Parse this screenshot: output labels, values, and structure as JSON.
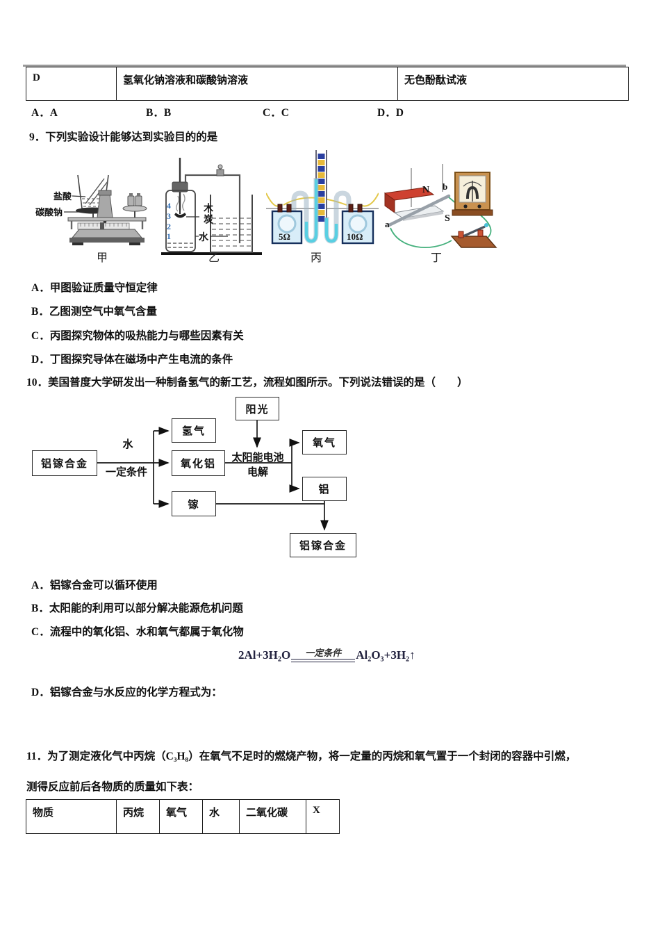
{
  "document": {
    "top_table": {
      "cells": [
        "D",
        "氢氧化钠溶液和碳酸钠溶液",
        "无色酚酞试液"
      ]
    },
    "answer_options": [
      "A．A",
      "B．B",
      "C．C",
      "D．D"
    ],
    "q9": {
      "stem": "9．下列实验设计能够达到实验目的的是",
      "figures": [
        {
          "label": "甲",
          "annotations": [
            "盐酸",
            "碳酸钠"
          ]
        },
        {
          "label": "乙",
          "annotations": [
            "木炭",
            "水"
          ],
          "scale_marks": [
            "4",
            "3",
            "2",
            "1"
          ]
        },
        {
          "label": "丙",
          "annotations": [
            "5Ω",
            "10Ω"
          ]
        },
        {
          "label": "丁",
          "annotations": [
            "N",
            "S",
            "a",
            "b"
          ]
        }
      ],
      "options": [
        "A．甲图验证质量守恒定律",
        "B．乙图测空气中氧气含量",
        "C．丙图探究物体的吸热能力与哪些因素有关",
        "D．丁图探究导体在磁场中产生电流的条件"
      ]
    },
    "q10": {
      "stem": "10．美国普度大学研发出一种制备氢气的新工艺，流程如图所示。下列说法错误的是（　　）",
      "flowchart": {
        "alloy_in": "铝镓合金",
        "arrow_top": "水",
        "arrow_bottom": "一定条件",
        "hydrogen": "氢气",
        "alumina": "氧化铝",
        "gallium": "镓",
        "sunlight": "阳光",
        "electrolysis_line1": "太阳能电池",
        "electrolysis_line2": "电解",
        "oxygen": "氧气",
        "aluminum": "铝",
        "alloy_out": "铝镓合金"
      },
      "options": [
        "A．铝镓合金可以循环使用",
        "B．太阳能的利用可以部分解决能源危机问题",
        "C．流程中的氧化铝、水和氧气都属于氧化物",
        "D．铝镓合金与水反应的化学方程式为："
      ],
      "equation": {
        "lhs": "2Al+3H₂O",
        "condition": "一定条件",
        "rhs": "Al₂O₃+3H₂↑"
      }
    },
    "q11": {
      "stem_line1": "11．为了测定液化气中丙烷（C₃H₈）在氧气不足时的燃烧产物，将一定量的丙烷和氧气置于一个封闭的容器中引燃，",
      "stem_line2": "测得反应前后各物质的质量如下表：",
      "table_headers": [
        "物质",
        "丙烷",
        "氧气",
        "水",
        "二氧化碳",
        "X"
      ]
    }
  }
}
